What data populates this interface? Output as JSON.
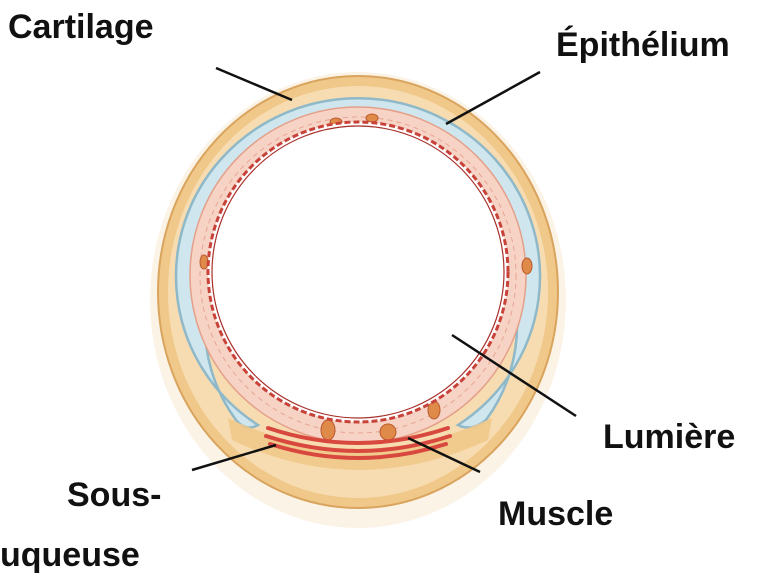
{
  "labels": {
    "cartilage": "Cartilage",
    "epithelium": "Épithélium",
    "lumen": "Lumière",
    "muscle": "Muscle",
    "submucosa_line1": "Sous-",
    "submucosa_line2": "uqueuse"
  },
  "colors": {
    "connective_tissue": "#f0c88a",
    "cartilage": "#cfe6ee",
    "cartilage_edge": "#8fb8c8",
    "mucosa": "#f6d3c4",
    "epithelium_line": "#c8423a",
    "muscle": "#d8483e",
    "lumen": "#ffffff",
    "leader_line": "#111111",
    "text": "#111111"
  }
}
